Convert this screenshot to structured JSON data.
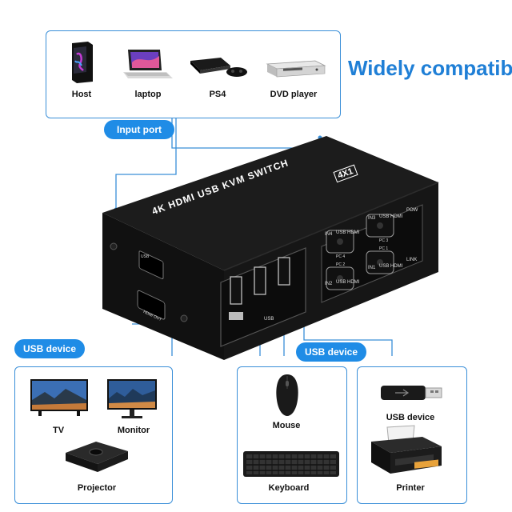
{
  "headline": "Widely compatible",
  "input_port": {
    "label": "Input port",
    "devices": [
      {
        "name": "Host",
        "icon": "pc-tower-icon"
      },
      {
        "name": "laptop",
        "icon": "laptop-icon"
      },
      {
        "name": "PS4",
        "icon": "game-console-icon"
      },
      {
        "name": "DVD player",
        "icon": "dvd-player-icon"
      }
    ]
  },
  "kvm": {
    "title": "4K HDMI USB KVM SWITCH",
    "badge": "4X1",
    "ports": {
      "in4": "IN4",
      "in3": "IN3",
      "in2": "IN2",
      "in1": "IN1",
      "usb_hdmi": "USB HDMI",
      "pc4": "PC 4",
      "pc3": "PC 3",
      "pc2": "PC 2",
      "pc1": "PC 1",
      "pow": "POW",
      "link": "LINK",
      "usb": "USB",
      "usb_small": "USB",
      "hdmi_out": "HDMI OUT"
    }
  },
  "usb_device_left": {
    "label": "USB device",
    "devices": [
      {
        "name": "TV",
        "icon": "tv-icon"
      },
      {
        "name": "Monitor",
        "icon": "monitor-icon"
      },
      {
        "name": "Projector",
        "icon": "projector-icon"
      }
    ]
  },
  "usb_device_center": {
    "label": "USB device",
    "devices": [
      {
        "name": "Mouse",
        "icon": "mouse-icon"
      },
      {
        "name": "Keyboard",
        "icon": "keyboard-icon"
      }
    ]
  },
  "usb_device_right": {
    "devices": [
      {
        "name": "USB device",
        "icon": "usb-stick-icon"
      },
      {
        "name": "Printer",
        "icon": "printer-icon"
      }
    ]
  },
  "colors": {
    "accent": "#1f8ce6",
    "border": "#3a8fd8",
    "device_body": "#1a1a1a"
  }
}
